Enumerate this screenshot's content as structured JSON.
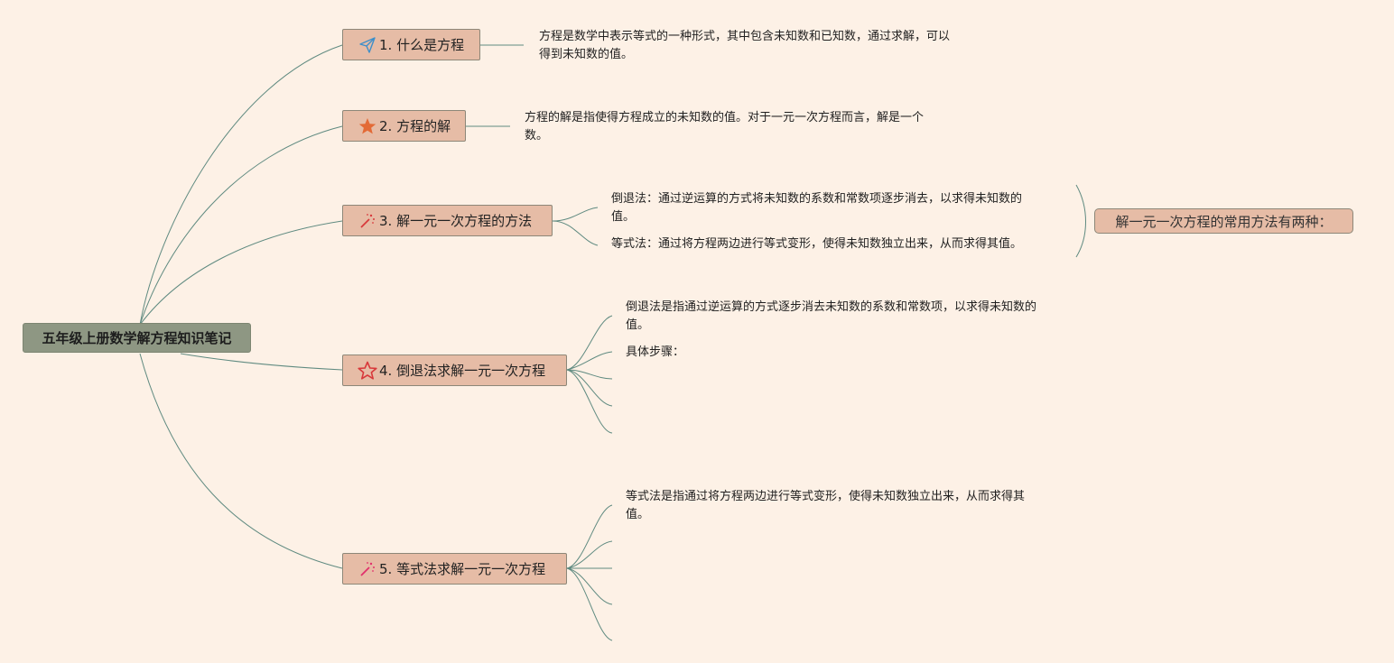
{
  "root": {
    "label": "五年级上册数学解方程知识笔记"
  },
  "topics": [
    {
      "label": "1. 什么是方程",
      "icon": "paper-plane-icon"
    },
    {
      "label": "2. 方程的解",
      "icon": "star-filled-icon"
    },
    {
      "label": "3. 解一元一次方程的方法",
      "icon": "magic-wand-icon"
    },
    {
      "label": "4. 倒退法求解一元一次方程",
      "icon": "star-outline-icon"
    },
    {
      "label": "5. 等式法求解一元一次方程",
      "icon": "magic-wand-icon"
    }
  ],
  "notes": {
    "t1": [
      "方程是数学中表示等式的一种形式，其中包含未知数和已知数，通过求解，可以",
      "得到未知数的值。"
    ],
    "t2": [
      "方程的解是指使得方程成立的未知数的值。对于一元一次方程而言，解是一个",
      "数。"
    ],
    "t3a": [
      "倒退法：通过逆运算的方式将未知数的系数和常数项逐步消去，以求得未知数的",
      "值。"
    ],
    "t3b": "等式法：通过将方程两边进行等式变形，使得未知数独立出来，从而求得其值。",
    "t4a": [
      "倒退法是指通过逆运算的方式逐步消去未知数的系数和常数项，以求得未知数的",
      "值。"
    ],
    "t4b": "具体步骤：",
    "t5a": [
      "等式法是指通过将方程两边进行等式变形，使得未知数独立出来，从而求得其",
      "值。"
    ]
  },
  "summary": {
    "label": "解一元一次方程的常用方法有两种："
  },
  "colors": {
    "background": "#fdf1e6",
    "root_fill": "#8e9783",
    "topic_fill": "#e6bca6",
    "connector": "#5f8a80"
  }
}
